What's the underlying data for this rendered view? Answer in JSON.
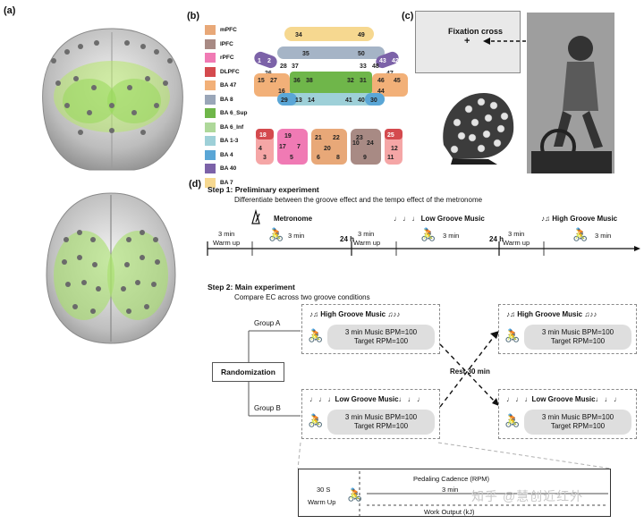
{
  "panels": {
    "a": "(a)",
    "b": "(b)",
    "c": "(c)",
    "d": "(d)"
  },
  "legend": [
    {
      "label": "mPFC",
      "color": "#e8a878"
    },
    {
      "label": "lPFC",
      "color": "#a88a84"
    },
    {
      "label": "rPFC",
      "color": "#f07ab4"
    },
    {
      "label": "DLPFC",
      "color": "#d44a4e"
    },
    {
      "label": "BA 47",
      "color": "#f2b078"
    },
    {
      "label": "BA 8",
      "color": "#9aa6b8"
    },
    {
      "label": "BA 6_Sup",
      "color": "#6fb64a"
    },
    {
      "label": "BA 6_Inf",
      "color": "#aed89a"
    },
    {
      "label": "BA 1-3",
      "color": "#9ed0d8"
    },
    {
      "label": "BA 4",
      "color": "#5aa6d6"
    },
    {
      "label": "BA 40",
      "color": "#7c62a8"
    },
    {
      "label": "BA 7",
      "color": "#f6d890"
    }
  ],
  "fixation": {
    "title": "Fixation cross",
    "symbol": "+"
  },
  "step1": {
    "title": "Step 1: Preliminary experiment",
    "desc": "Differentiate between the groove effect and the tempo effect of the metronome",
    "seg1": {
      "warm": "3 min\nWarm up",
      "label": "Metronome",
      "min": "3 min"
    },
    "seg2": {
      "warm": "3 min\nWarm up",
      "label": "Low Groove Music",
      "min": "3 min"
    },
    "seg3": {
      "warm": "3 min\nWarm up",
      "label": "High Groove Music",
      "min": "3 min"
    },
    "gap": "24 h"
  },
  "step2": {
    "title": "Step 2: Main experiment",
    "desc": "Compare EC across two groove conditions",
    "randomization": "Randomization",
    "groupA": "Group A",
    "groupB": "Group B",
    "rest": "Rest 30 min",
    "high": "High Groove Music",
    "low": "Low Groove Music",
    "line1": "3 min Music BPM=100",
    "line2": "Target RPM=100"
  },
  "bottom": {
    "warm_time": "30 S",
    "warm_label": "Warm Up",
    "cadence": "Pedaling Cadence (RPM)",
    "min": "3 min",
    "work": "Work Output (kJ)"
  },
  "watermark": "知乎 @慧创近红外"
}
